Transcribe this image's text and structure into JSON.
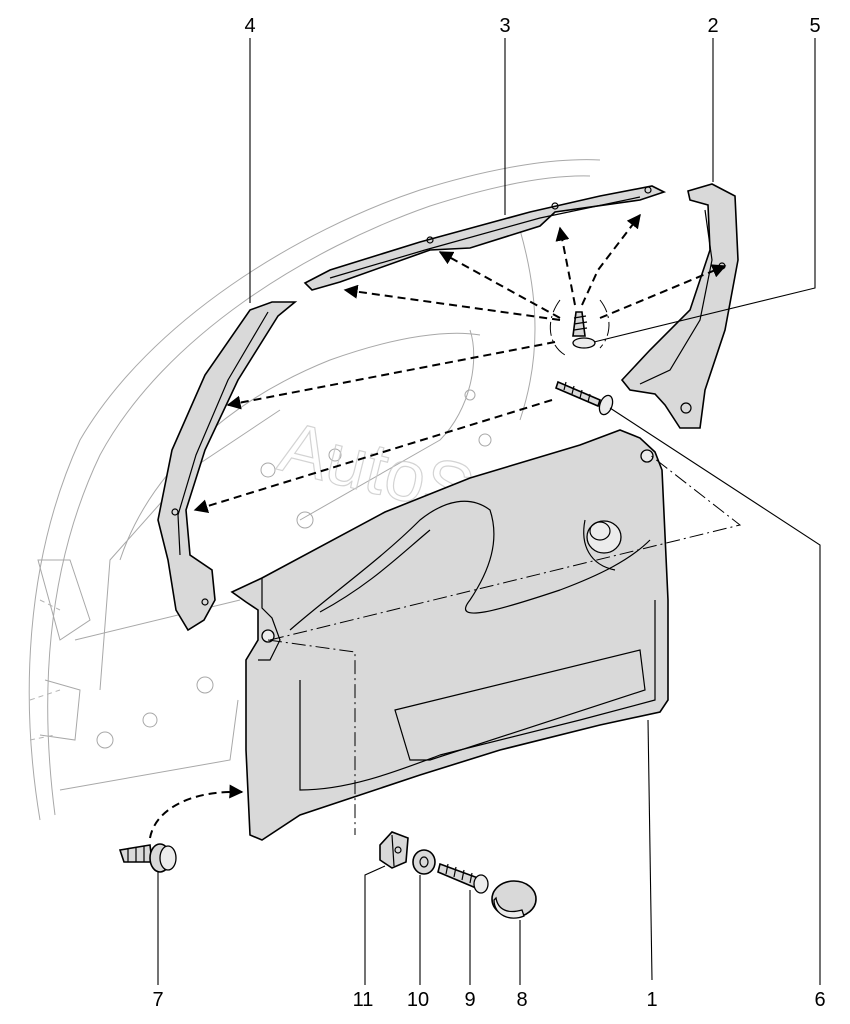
{
  "watermark": "AutoSoft",
  "callouts": [
    {
      "id": "callout-4",
      "label": "4"
    },
    {
      "id": "callout-3",
      "label": "3"
    },
    {
      "id": "callout-2",
      "label": "2"
    },
    {
      "id": "callout-5",
      "label": "5"
    },
    {
      "id": "callout-6",
      "label": "6"
    },
    {
      "id": "callout-1",
      "label": "1"
    },
    {
      "id": "callout-8",
      "label": "8"
    },
    {
      "id": "callout-9",
      "label": "9"
    },
    {
      "id": "callout-10",
      "label": "10"
    },
    {
      "id": "callout-11",
      "label": "11"
    },
    {
      "id": "callout-7",
      "label": "7"
    }
  ]
}
